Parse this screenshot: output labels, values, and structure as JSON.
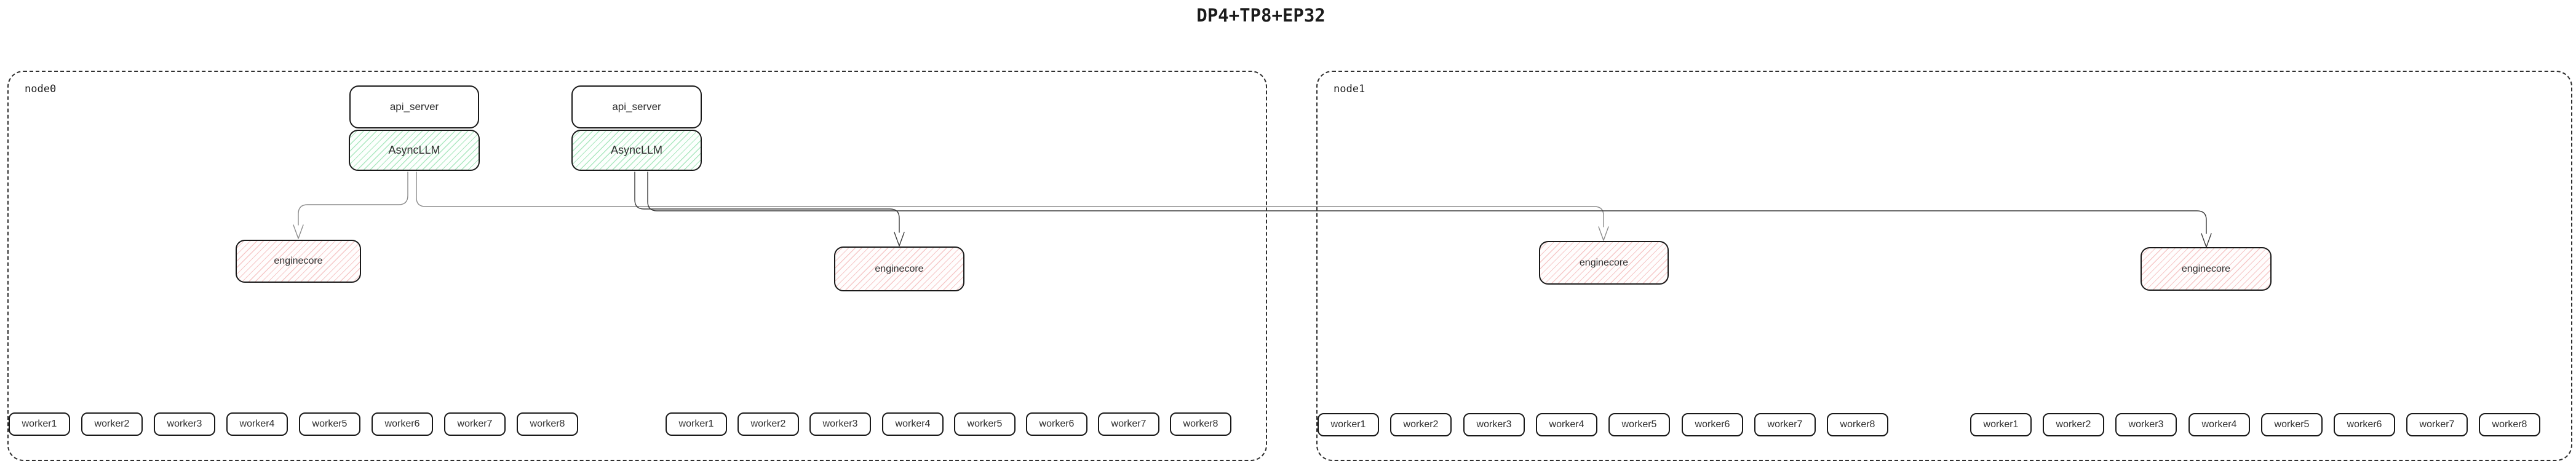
{
  "title": "DP4+TP8+EP32",
  "colors": {
    "asyncllm_hatch": "#6ad48e",
    "enginecore_hatch": "#e87878",
    "box_border": "#191919",
    "node_border": "#2f2f2f",
    "edge_from_asyncllm1": "#8c8c8c",
    "edge_from_asyncllm2": "#3a3a3a"
  },
  "nodes": [
    {
      "label": "node0",
      "servers": [
        {
          "api_server": "api_server",
          "asyncllm": "AsyncLLM"
        },
        {
          "api_server": "api_server",
          "asyncllm": "AsyncLLM"
        }
      ],
      "enginecores": [
        {
          "label": "enginecore"
        },
        {
          "label": "enginecore"
        }
      ],
      "worker_groups": [
        {
          "workers": [
            "worker1",
            "worker2",
            "worker3",
            "worker4",
            "worker5",
            "worker6",
            "worker7",
            "worker8"
          ]
        },
        {
          "workers": [
            "worker1",
            "worker2",
            "worker3",
            "worker4",
            "worker5",
            "worker6",
            "worker7",
            "worker8"
          ]
        }
      ]
    },
    {
      "label": "node1",
      "servers": [],
      "enginecores": [
        {
          "label": "enginecore"
        },
        {
          "label": "enginecore"
        }
      ],
      "worker_groups": [
        {
          "workers": [
            "worker1",
            "worker2",
            "worker3",
            "worker4",
            "worker5",
            "worker6",
            "worker7",
            "worker8"
          ]
        },
        {
          "workers": [
            "worker1",
            "worker2",
            "worker3",
            "worker4",
            "worker5",
            "worker6",
            "worker7",
            "worker8"
          ]
        }
      ]
    }
  ],
  "edges": [
    {
      "from": "AsyncLLM (api_server 1, node0)",
      "to": "enginecore (node0 left)"
    },
    {
      "from": "AsyncLLM (api_server 1, node0)",
      "to": "enginecore (node1 left)"
    },
    {
      "from": "AsyncLLM (api_server 2, node0)",
      "to": "enginecore (node0 right)"
    },
    {
      "from": "AsyncLLM (api_server 2, node0)",
      "to": "enginecore (node1 right)"
    }
  ]
}
